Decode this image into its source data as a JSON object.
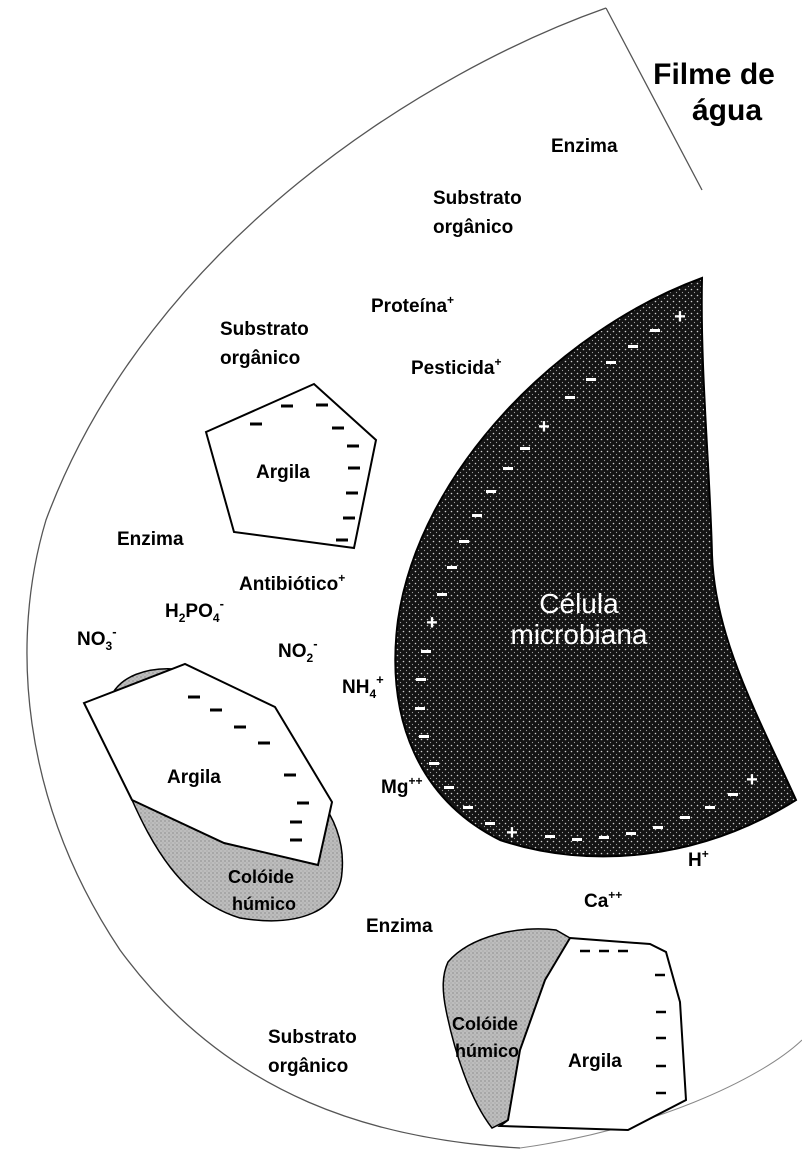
{
  "title": {
    "line1": "Filme de",
    "line2": "água"
  },
  "cell": {
    "line1": "Célula",
    "line2": "microbiana"
  },
  "labels": {
    "enzima_top": "Enzima",
    "substrato_top_1": "Substrato",
    "substrato_top_2": "orgânico",
    "proteina": "Proteína",
    "pesticida": "Pesticida",
    "substrato_left_1": "Substrato",
    "substrato_left_2": "orgânico",
    "enzima_left": "Enzima",
    "antibiotico": "Antibiótico",
    "nitrate": "NO",
    "phosphate_h": "H",
    "phosphate_po": "PO",
    "nitrite": "NO",
    "ammonium": "NH",
    "magnesium": "Mg",
    "hydrogen": "H",
    "calcium": "Ca",
    "enzima_bottom": "Enzima",
    "substrato_bottom_1": "Substrato",
    "substrato_bottom_2": "orgânico"
  },
  "subscripts": {
    "two": "2",
    "three": "3",
    "four": "4"
  },
  "charges": {
    "plus": "+",
    "plusplus": "++",
    "minus": "-"
  },
  "particles": {
    "argila_1": "Argila",
    "argila_2": "Argila",
    "argila_3": "Argila",
    "coloide_1a": "Colóide",
    "coloide_1b": "húmico",
    "coloide_2a": "Colóide",
    "coloide_2b": "húmico"
  },
  "colors": {
    "cell_fill": "#141414",
    "colloid_fill": "#bdbdbd",
    "outline": "#000000"
  }
}
